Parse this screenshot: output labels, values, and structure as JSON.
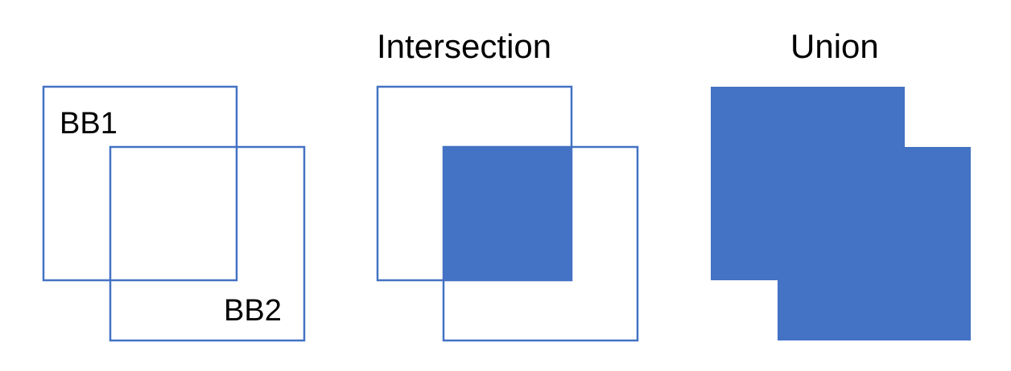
{
  "labels": {
    "bb1": "BB1",
    "bb2": "BB2",
    "intersection_title": "Intersection",
    "union_title": "Union"
  },
  "colors": {
    "box_stroke": "#4472c4",
    "box_fill": "#4472c4",
    "background": "#ffffff",
    "text": "#000000"
  }
}
